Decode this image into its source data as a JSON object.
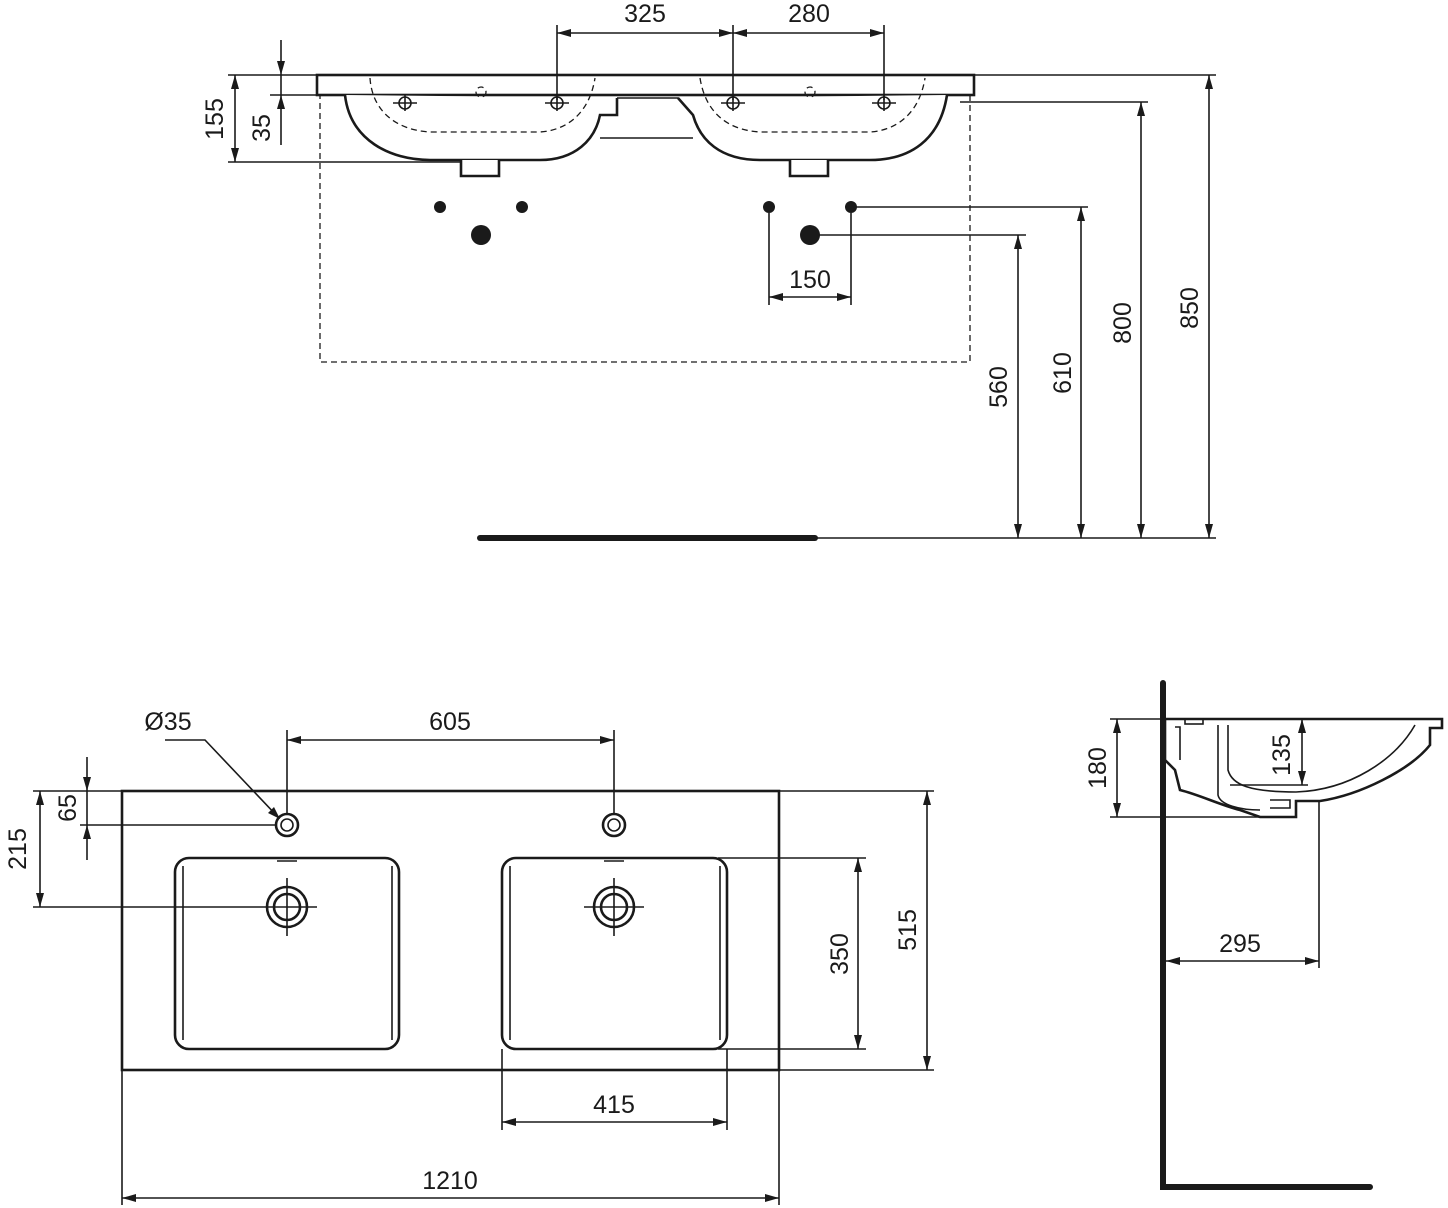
{
  "colors": {
    "line": "#1a1a1a",
    "background": "#ffffff"
  },
  "front_view": {
    "dims": {
      "tap_to_overflow_left": "325",
      "tap_to_overflow_right": "280",
      "top_height": "155",
      "slab_thickness": "35",
      "supply_spacing": "150",
      "waste_height": "560",
      "supply_height": "610",
      "top_rim_height": "800",
      "overall_height": "850"
    }
  },
  "plan_view": {
    "dims": {
      "tap_hole_diameter": "Ø35",
      "tap_hole_spacing": "605",
      "tap_hole_offset": "65",
      "waste_offset": "215",
      "bowl_depth": "350",
      "overall_depth": "515",
      "bowl_width": "415",
      "overall_width": "1210"
    }
  },
  "side_view": {
    "dims": {
      "basin_height": "180",
      "bowl_height": "135",
      "projection": "295"
    }
  }
}
